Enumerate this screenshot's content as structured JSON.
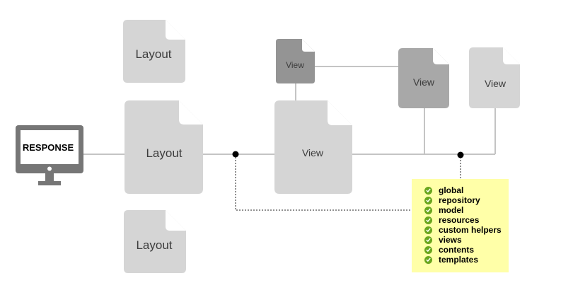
{
  "monitor": {
    "label": "RESPONSE",
    "icon": "monitor-icon"
  },
  "layouts": [
    "Layout",
    "Layout",
    "Layout"
  ],
  "views": [
    "View",
    "View",
    "View",
    "View"
  ],
  "note": {
    "items": [
      "global",
      "repository",
      "model",
      "resources",
      "custom helpers",
      "views",
      "contents",
      "templates"
    ],
    "check_color": "#6aa61f",
    "background": "#ffffa8"
  },
  "colors": {
    "doc_light": "#d5d5d5",
    "doc_mid": "#a8a8a8",
    "doc_dark": "#949494",
    "connector": "#c4c4c4",
    "monitor": "#767676"
  }
}
